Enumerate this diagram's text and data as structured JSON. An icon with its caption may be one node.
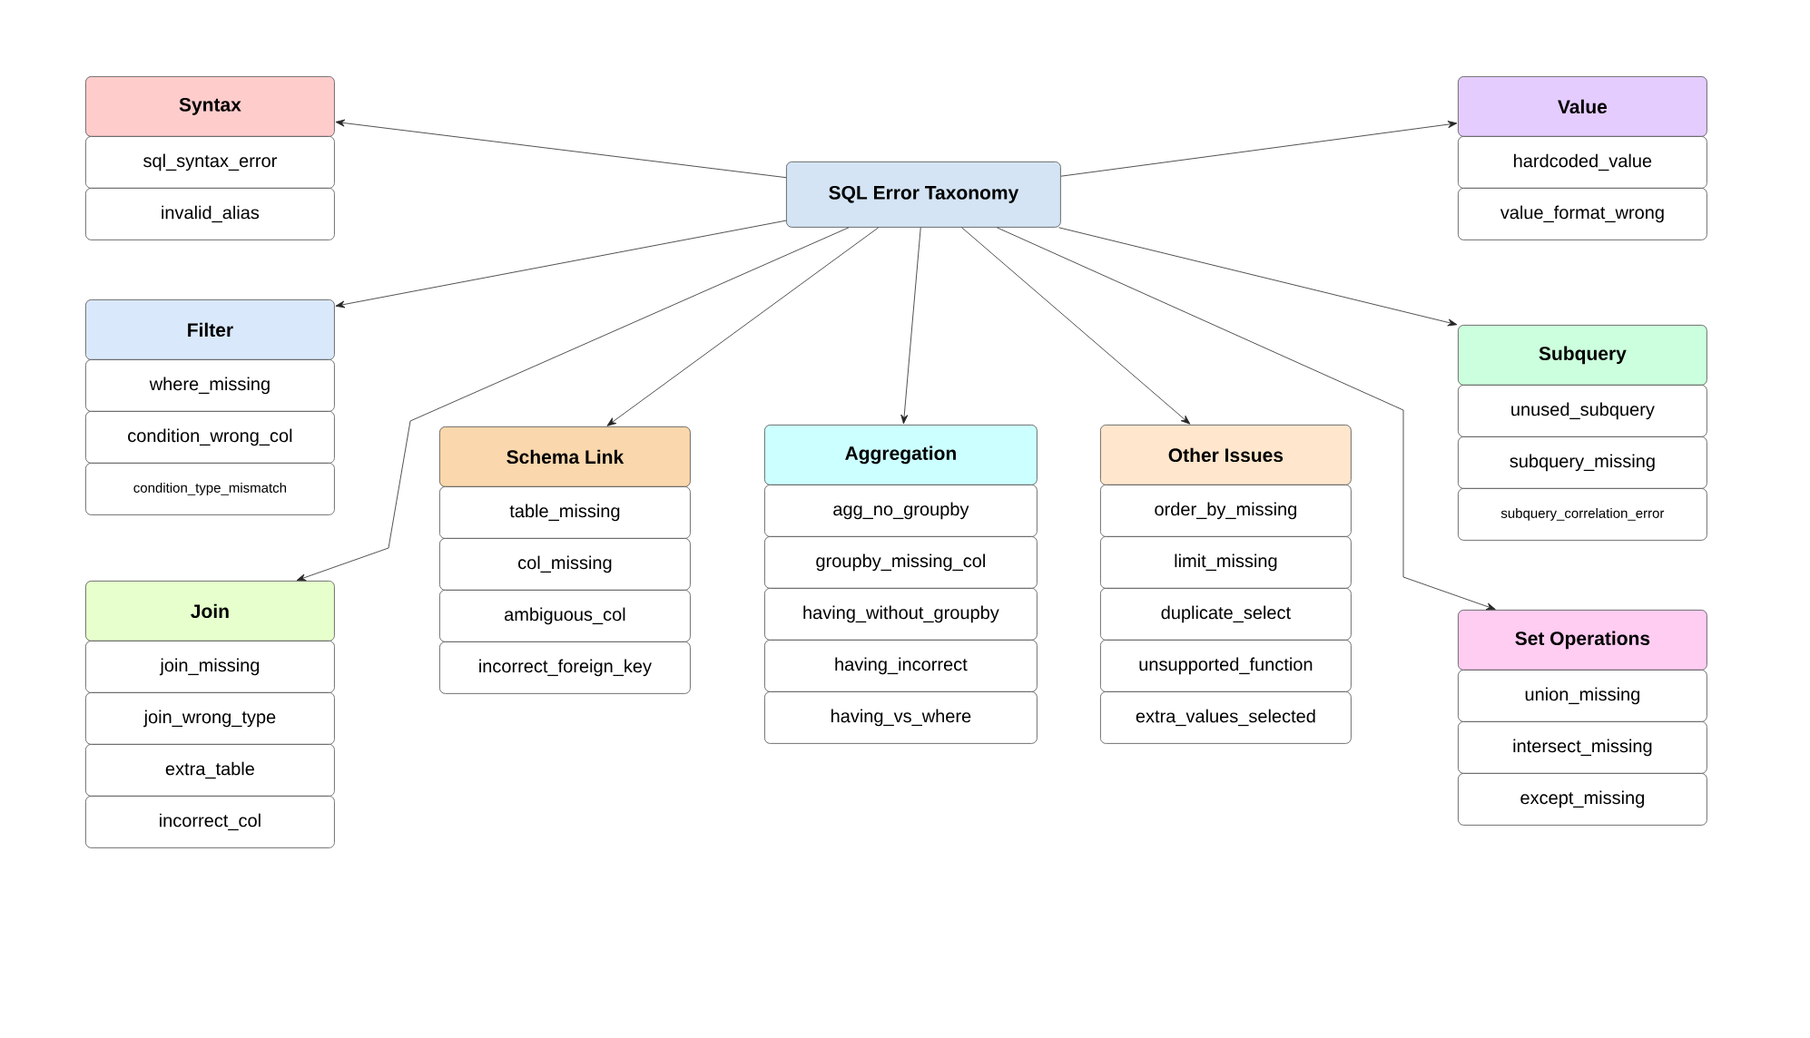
{
  "diagram": {
    "nodes": [
      {
        "text": [
          "SQL Error Taxonomy"
        ]
      },
      {
        "text": [
          "Syntax",
          "sql_syntax_error",
          "invalid_alias"
        ]
      },
      {
        "text": [
          "Value",
          "hardcoded_value",
          "value_format_wrong"
        ]
      },
      {
        "text": [
          "Filter",
          "where_missing",
          "condition_wrong_col",
          "condition_type_mismatch"
        ]
      },
      {
        "text": [
          "Subquery",
          "unused_subquery",
          "subquery_missing",
          "subquery_correlation_error"
        ]
      },
      {
        "text": [
          "Join",
          "join_missing",
          "join_wrong_type",
          "extra_table",
          "incorrect_col"
        ]
      },
      {
        "text": [
          "Schema Link",
          "table_missing",
          "col_missing",
          "ambiguous_col",
          "incorrect_foreign_key"
        ]
      },
      {
        "text": [
          "Aggregation",
          "agg_no_groupby",
          "groupby_missing_col",
          "having_without_groupby",
          "having_incorrect",
          "having_vs_where"
        ]
      },
      {
        "text": [
          "Other Issues",
          "order_by_missing",
          "limit_missing",
          "duplicate_select",
          "unsupported_function",
          "extra_values_selected"
        ]
      },
      {
        "text": [
          "Set Operations",
          "union_missing",
          "intersect_missing",
          "except_missing"
        ]
      }
    ],
    "edges": [
      {
        "from": 0,
        "to": 1,
        "arrow": "to"
      },
      {
        "from": 0,
        "to": 2,
        "arrow": "to"
      },
      {
        "from": 0,
        "to": 3,
        "arrow": "to"
      },
      {
        "from": 0,
        "to": 4,
        "arrow": "to"
      },
      {
        "from": 0,
        "to": 5,
        "arrow": "to"
      },
      {
        "from": 0,
        "to": 6,
        "arrow": "to"
      },
      {
        "from": 0,
        "to": 7,
        "arrow": "to"
      },
      {
        "from": 0,
        "to": 8,
        "arrow": "to"
      },
      {
        "from": 0,
        "to": 9,
        "arrow": "to"
      }
    ]
  }
}
